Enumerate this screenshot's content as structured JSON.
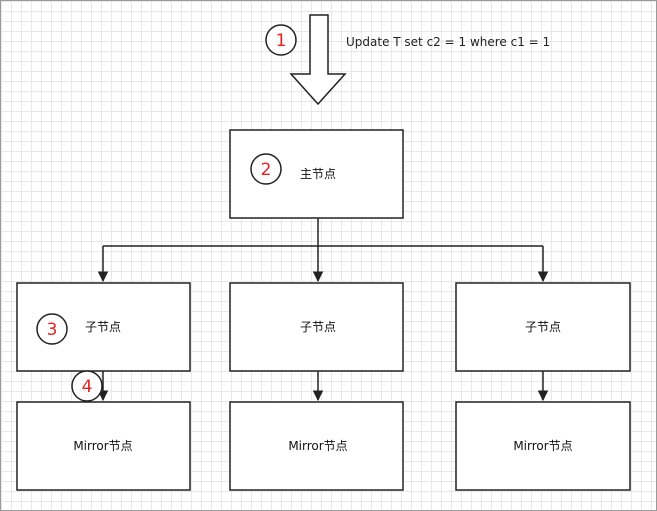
{
  "instruction": "Update T set c2 = 1 where c1 = 1",
  "master": {
    "label": "主节点"
  },
  "children": [
    {
      "label": "子节点"
    },
    {
      "label": "子节点"
    },
    {
      "label": "子节点"
    }
  ],
  "mirrors": [
    {
      "label": "Mirror节点"
    },
    {
      "label": "Mirror节点"
    },
    {
      "label": "Mirror节点"
    }
  ],
  "steps": [
    "1",
    "2",
    "3",
    "4"
  ],
  "colors": {
    "step_number": "#e52222",
    "stroke": "#222222",
    "grid": "#e8e8e8"
  }
}
